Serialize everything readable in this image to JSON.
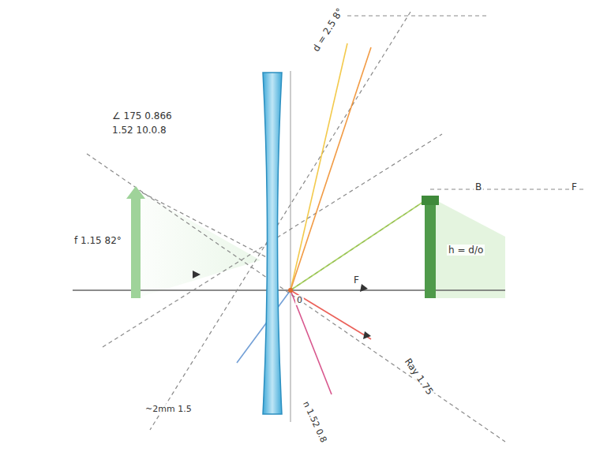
{
  "diagram": {
    "labels": [
      "∠ 175 0.866",
      "1.52 10.0.8",
      "f 1.15 82°",
      "h = d/o",
      "B",
      "F",
      "d = 2.5 8°",
      "Ray 1.75",
      "n 1.52 0.8",
      "~2mm 1.5",
      "F",
      "0"
    ]
  }
}
